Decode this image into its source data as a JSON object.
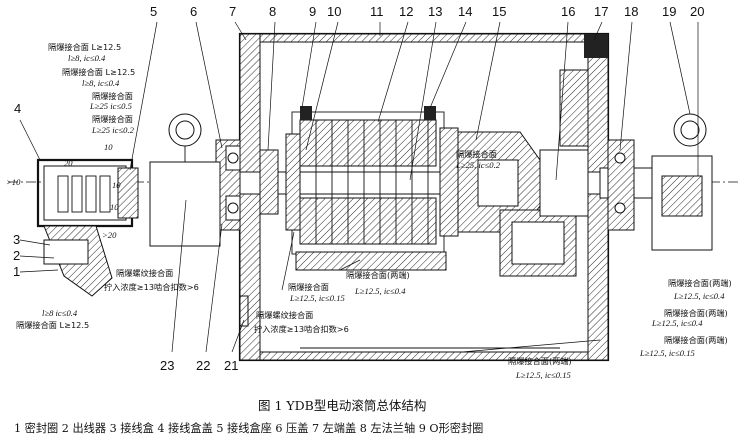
{
  "callouts": {
    "n1": "1",
    "n2": "2",
    "n3": "3",
    "n4": "4",
    "n5": "5",
    "n6": "6",
    "n7": "7",
    "n8": "8",
    "n9": "9",
    "n10": "10",
    "n11": "11",
    "n12": "12",
    "n13": "13",
    "n14": "14",
    "n15": "15",
    "n16": "16",
    "n17": "17",
    "n18": "18",
    "n19": "19",
    "n20": "20",
    "n21": "21",
    "n22": "22",
    "n23": "23"
  },
  "small_marks": {
    "gt10": ">10",
    "gt20": ">20",
    "m10a": "10",
    "m10b": "10",
    "m20": "20",
    "m10c": "10"
  },
  "annotations": {
    "a1_title": "隔爆接合面 L≥12.5",
    "a1_sub": "l≥8, ic≤0.4",
    "a2_title": "隔爆接合面 L≥12.5",
    "a2_sub": "l≥8, ic≤0.4",
    "a3_title": "隔爆接合面",
    "a3_sub": "L≥25 ic≤0.5",
    "a4_title": "隔爆接合面",
    "a4_sub": "L≥25 ic≤0.2",
    "a5_title": "隔爆接合面",
    "a5_sub": "L≥25, ic≤0.2",
    "a6_title": "隔爆螺纹接合面",
    "a6_sub": "拧入浓度≥13啮合扣数>6",
    "a7_title": "隔爆接合面",
    "a7_sub": "L≥12.5, ic≤0.15",
    "a8_title": "隔爆接合面(两端)",
    "a8_sub": "L≥12.5, ic≤0.4",
    "a9_title": "隔爆螺纹接合面",
    "a9_sub": "拧入浓度≥13啮合扣数>6",
    "a10_sub": "l≥8 ic≤0.4",
    "a10_title": "隔爆接合面 L≥12.5",
    "a11_title": "隔爆接合面(两端)",
    "a11_sub": "L≥12.5, ic≤0.15",
    "a12_title": "隔爆接合面(两端)",
    "a12_sub": "L≥12.5, ic≤0.4",
    "a13_title": "隔爆接合面(两端)",
    "a13_sub": "L≥12.5, ic≤0.4",
    "a14_title": "隔爆接合面(两端)",
    "a14_sub": "L≥12.5, ic≤0.15"
  },
  "caption": "图 1  YDB型电动滚筒总体结构",
  "legend": "1 密封圈 2 出线器 3 接线盒 4 接线盒盖 5 接线盒座 6 压盖 7 左端盖 8 左法兰轴 9 O形密封圈"
}
